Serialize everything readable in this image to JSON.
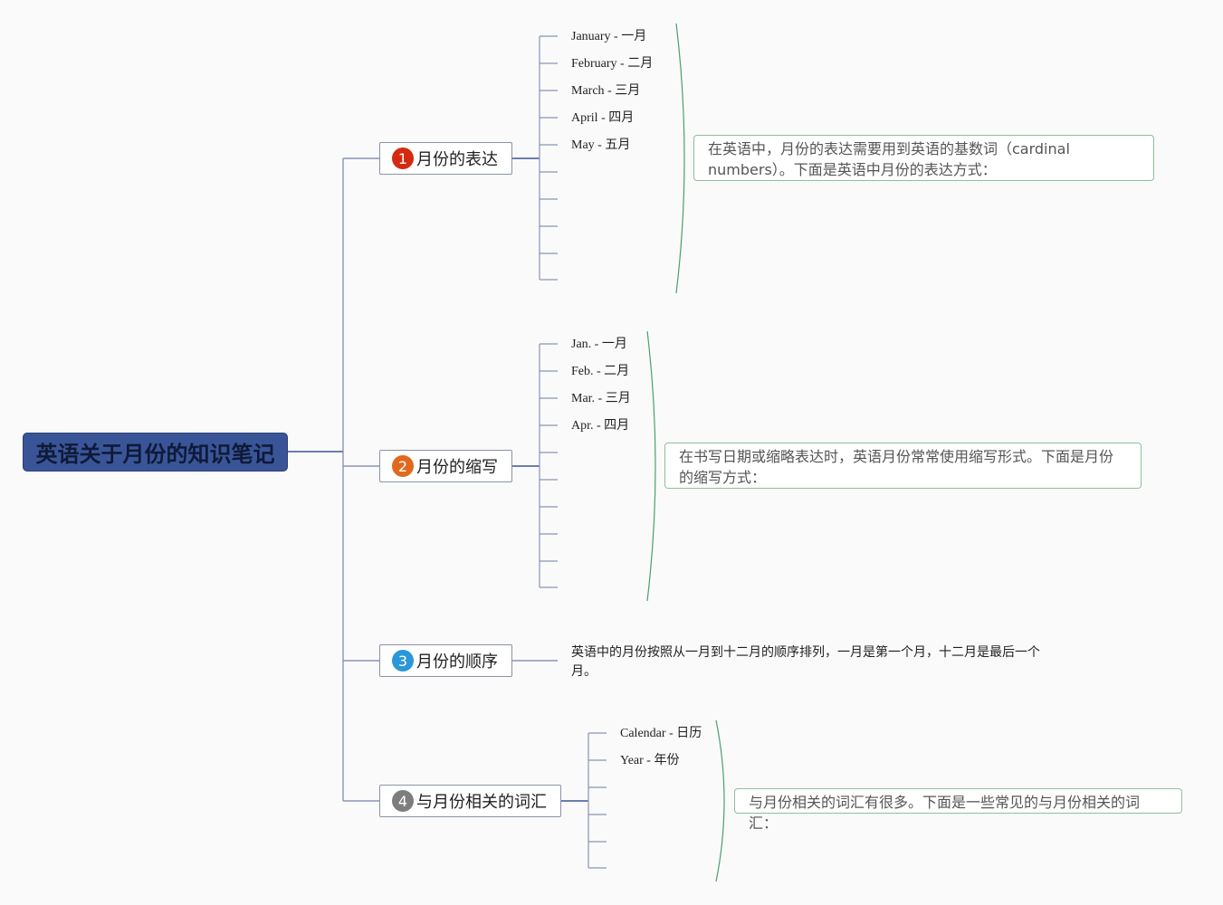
{
  "root": {
    "label": "英语关于月份的知识笔记"
  },
  "branches": [
    {
      "number": "1",
      "label": "月份的表达",
      "badge_color": "#d42a10",
      "items": [
        "January - 一月",
        "February - 二月",
        "March - 三月",
        "April - 四月",
        "May - 五月"
      ],
      "note": "在英语中，月份的表达需要用到英语的基数词（cardinal numbers）。下面是英语中月份的表达方式："
    },
    {
      "number": "2",
      "label": "月份的缩写",
      "badge_color": "#e0691e",
      "items": [
        "Jan. - 一月",
        "Feb. - 二月",
        "Mar. - 三月",
        "Apr. - 四月"
      ],
      "note": "在书写日期或缩略表达时，英语月份常常使用缩写形式。下面是月份的缩写方式："
    },
    {
      "number": "3",
      "label": "月份的顺序",
      "badge_color": "#2a97d8",
      "text": "英语中的月份按照从一月到十二月的顺序排列，一月是第一个月，十二月是最后一个月。"
    },
    {
      "number": "4",
      "label": "与月份相关的词汇",
      "badge_color": "#7d7d7d",
      "items": [
        "Calendar - 日历",
        "Year - 年份"
      ],
      "note": "与月份相关的词汇有很多。下面是一些常见的与月份相关的词汇："
    }
  ]
}
